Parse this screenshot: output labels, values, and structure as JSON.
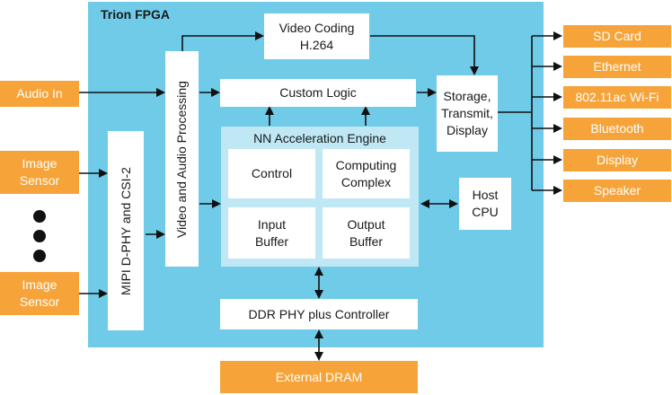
{
  "fpga": {
    "title": "Trion FPGA"
  },
  "blocks": {
    "video_coding": "Video Coding H.264",
    "custom_logic": "Custom Logic",
    "video_audio": "Video and Audio Processing",
    "mipi": "MIPI D-PHY and CSI-2",
    "nn_title": "NN Acceleration Engine",
    "control": "Control",
    "computing_complex": "Computing Complex",
    "input_buffer": "Input Buffer",
    "output_buffer": "Output Buffer",
    "storage": "Storage, Transmit, Display",
    "host_cpu": "Host CPU",
    "ddr": "DDR PHY plus Controller"
  },
  "inputs": {
    "audio_in": "Audio In",
    "image_sensor_1": "Image Sensor",
    "image_sensor_2": "Image Sensor"
  },
  "external_dram": "External DRAM",
  "outputs": [
    "SD Card",
    "Ethernet",
    "802.11ac Wi-Fi",
    "Bluetooth",
    "Display",
    "Speaker"
  ],
  "colors": {
    "fpga": "#6fcbe7",
    "orange": "#f6a43a",
    "nn_panel": "#bfe7f4",
    "box": "#ffffff"
  }
}
